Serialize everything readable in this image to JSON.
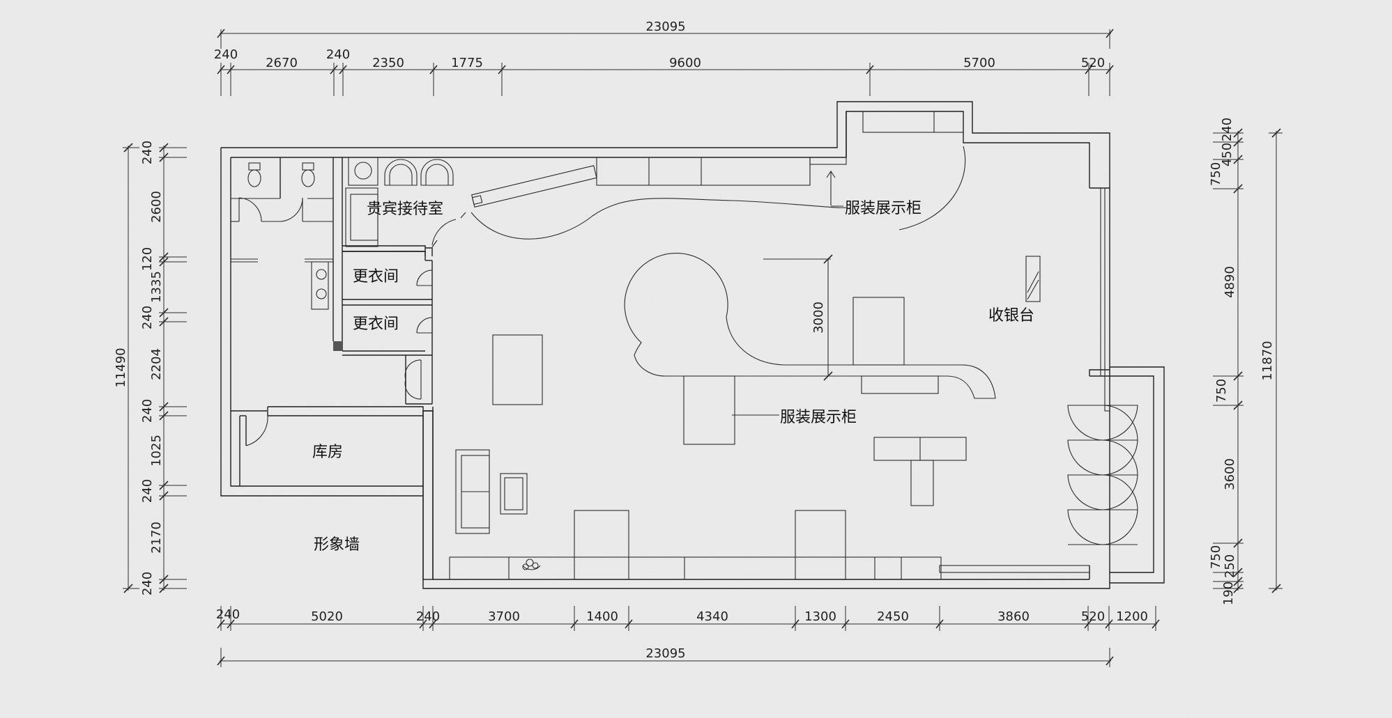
{
  "colors": {
    "background": "#ececec",
    "line": "#1e1e1e"
  },
  "rooms": {
    "vip_reception": "贵宾接待室",
    "fitting_room_1": "更衣间",
    "fitting_room_2": "更衣间",
    "storage": "库房",
    "image_wall": "形象墙",
    "cashier": "收银台",
    "display_cabinet_top": "服装展示柜",
    "display_cabinet_center": "服装展示柜"
  },
  "dimensions": {
    "top_total": "23095",
    "top": [
      "240",
      "2670",
      "240",
      "2350",
      "1775",
      "9600",
      "5700",
      "520"
    ],
    "bottom_total": "23095",
    "bottom": [
      "240",
      "5020",
      "240",
      "3700",
      "1400",
      "4340",
      "1300",
      "2450",
      "3860",
      "520",
      "1200"
    ],
    "left_total": "11490",
    "left": [
      "240",
      "2600",
      "120",
      "1335",
      "240",
      "2204",
      "240",
      "1025",
      "240",
      "2170",
      "240"
    ],
    "right_total": "11870",
    "right": [
      "240",
      "450",
      "750",
      "4890",
      "750",
      "3600",
      "750",
      "250",
      "190"
    ],
    "interior": "3000"
  }
}
